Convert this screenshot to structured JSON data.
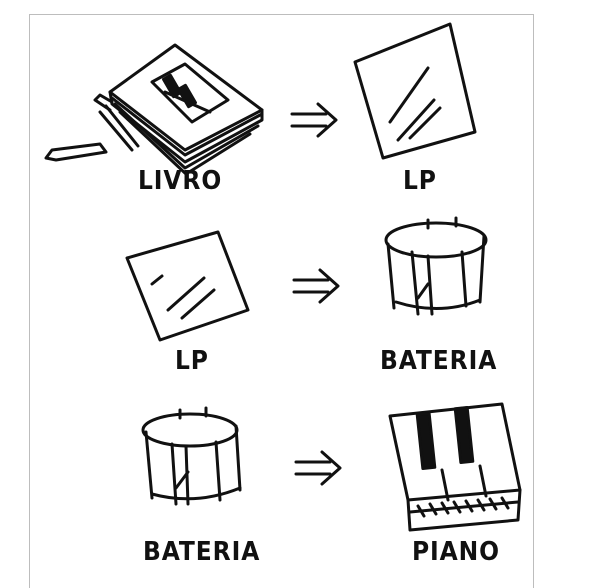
{
  "rows": [
    {
      "from": {
        "label": "LIVRO",
        "icon": "book-icon"
      },
      "arrow": "⇒",
      "to": {
        "label": "LP",
        "icon": "record-sleeve-icon"
      }
    },
    {
      "from": {
        "label": "LP",
        "icon": "record-sleeve-icon"
      },
      "arrow": "⇒",
      "to": {
        "label": "BATERIA",
        "icon": "drum-icon"
      }
    },
    {
      "from": {
        "label": "BATERIA",
        "icon": "drum-icon"
      },
      "arrow": "⇒",
      "to": {
        "label": "PIANO",
        "icon": "piano-keys-icon"
      }
    }
  ],
  "colors": {
    "ink": "#111111",
    "background": "#ffffff",
    "frame": "#bdbdbd"
  }
}
